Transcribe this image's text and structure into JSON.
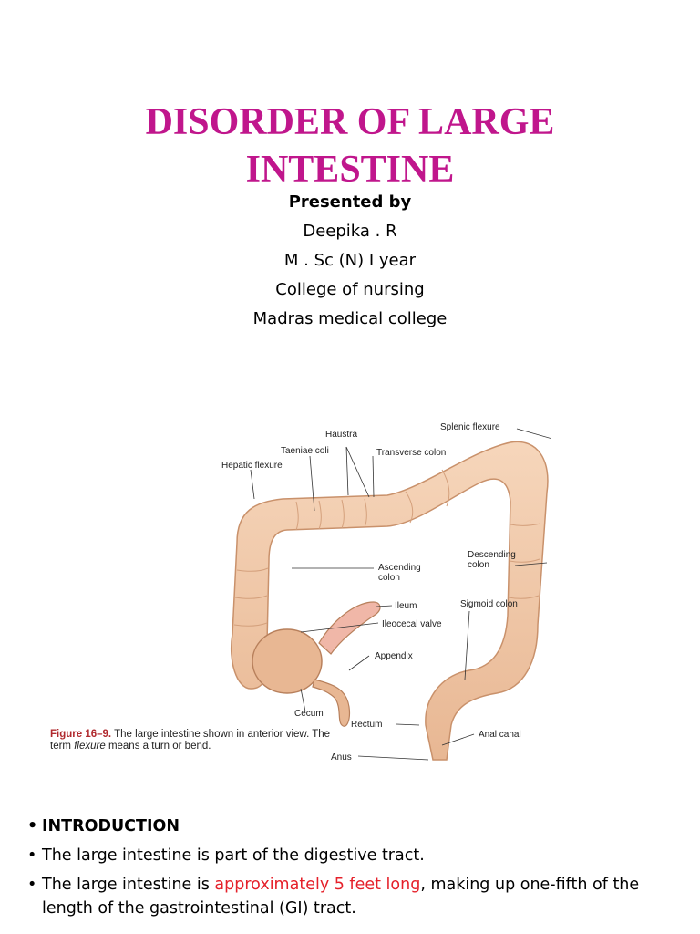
{
  "title": {
    "line1": "DISORDER OF LARGE",
    "line2": "INTESTINE"
  },
  "presenter": {
    "label": "Presented by",
    "name": "Deepika . R",
    "course": "M . Sc (N) I year",
    "college": "College of nursing",
    "institution": "Madras medical college"
  },
  "figure": {
    "labels": {
      "haustra": "Haustra",
      "splenic_flexure": "Splenic flexure",
      "taeniae_coli": "Taeniae coli",
      "transverse_colon": "Transverse colon",
      "hepatic_flexure": "Hepatic flexure",
      "descending_colon_1": "Descending",
      "descending_colon_2": "colon",
      "ascending_colon_1": "Ascending",
      "ascending_colon_2": "colon",
      "ileum": "Ileum",
      "sigmoid_colon": "Sigmoid colon",
      "ileocecal_valve": "Ileocecal valve",
      "appendix": "Appendix",
      "cecum": "Cecum",
      "rectum": "Rectum",
      "anal_canal": "Anal canal",
      "anus": "Anus"
    },
    "caption_number": "Figure 16–9.",
    "caption_1": "The large intestine shown in anterior view. The term",
    "caption_em": "flexure",
    "caption_2": "means a turn or bend."
  },
  "intro": {
    "heading": "INTRODUCTION",
    "b1": "The large intestine is part of the digestive tract.",
    "b2_pre": "The large intestine is ",
    "b2_red": "approximately 5 feet long",
    "b2_post": ", making up one-fifth of the length of the gastrointestinal (GI) tract."
  },
  "colors": {
    "title": "#c0168c",
    "highlight": "#e5202a",
    "colon": "#f2c9a8"
  }
}
